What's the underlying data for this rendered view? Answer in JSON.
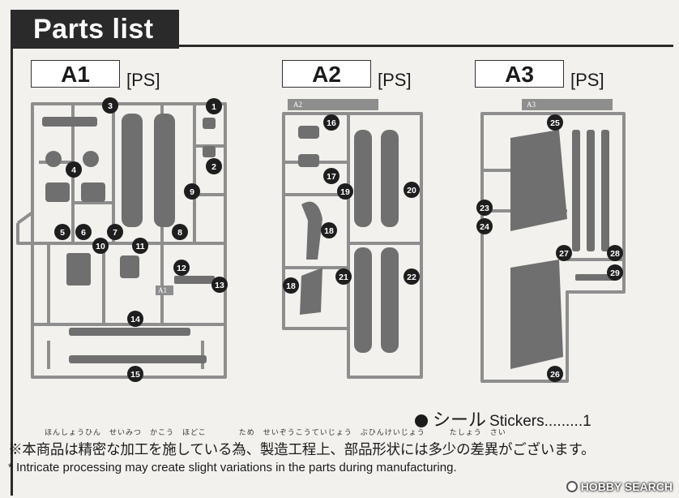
{
  "title": "Parts list",
  "sprues": [
    {
      "label": "A1",
      "material": "[PS]",
      "tag": "A1"
    },
    {
      "label": "A2",
      "material": "[PS]",
      "tag": "A2"
    },
    {
      "label": "A3",
      "material": "[PS]",
      "tag": "A3"
    }
  ],
  "part_badges": {
    "p1": "1",
    "p2": "2",
    "p3": "3",
    "p4": "4",
    "p5": "5",
    "p6": "6",
    "p7": "7",
    "p8": "8",
    "p9": "9",
    "p10": "10",
    "p11": "11",
    "p12": "12",
    "p13": "13",
    "p14": "14",
    "p15": "15",
    "p16": "16",
    "p17": "17",
    "p18a": "18",
    "p18b": "18",
    "p19": "19",
    "p20": "20",
    "p21": "21",
    "p22": "22",
    "p23": "23",
    "p24": "24",
    "p25": "25",
    "p26": "26",
    "p27": "27",
    "p28": "28",
    "p29": "29"
  },
  "stickers": {
    "jp": "シール",
    "en": "Stickers.........1"
  },
  "notes": {
    "ruby": "ほんしょうひん　せいみつ　かこう　ほどこ　　　　ため　せいぞうこうていじょう　ぶひんけいじょう　　　たしょう　さい",
    "jp": "※本商品は精密な加工を施している為、製造工程上、部品形状には多少の差異がございます。",
    "en": "* Intricate processing may create slight variations in the parts during manufacturing."
  },
  "watermark": "HOBBY SEARCH",
  "colors": {
    "runner": "#8e8e8e",
    "part": "#6f6f6f",
    "badge": "#1e1e1e",
    "frame": "#2a2a2a"
  }
}
